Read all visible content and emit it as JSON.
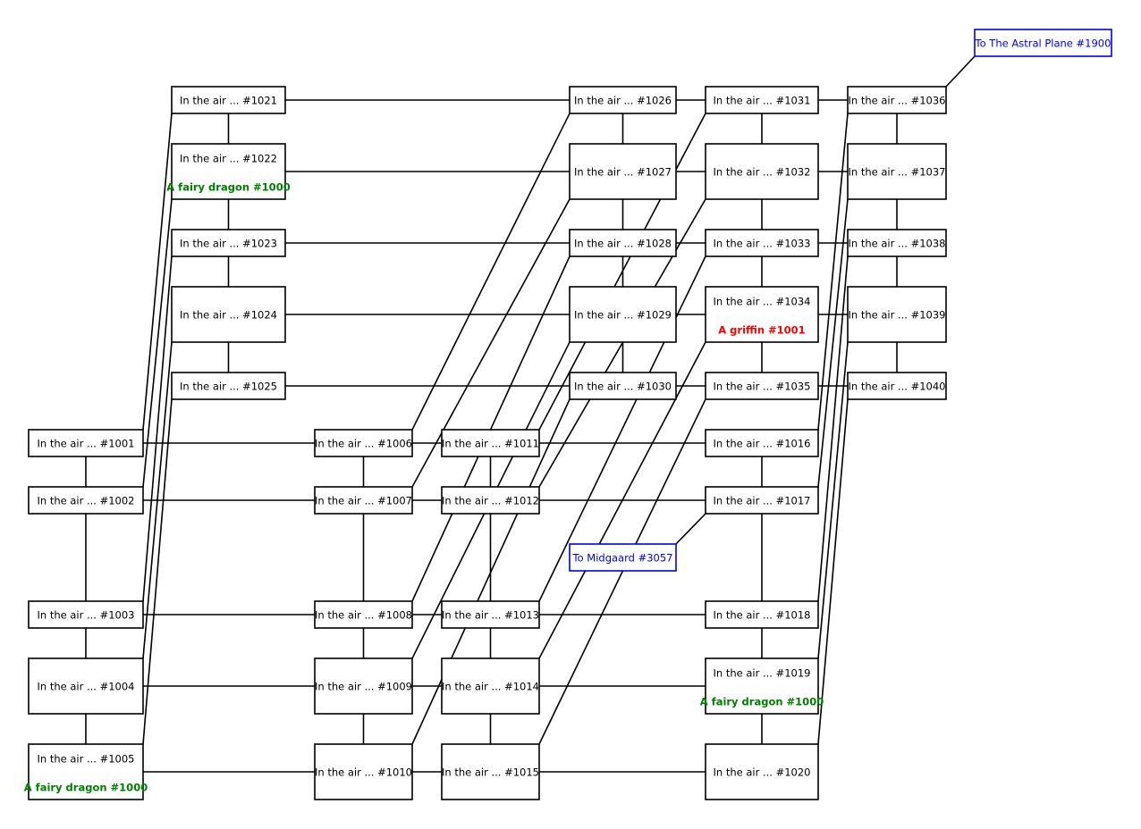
{
  "colors": {
    "room_border": "#000000",
    "exit_border": "#0000ff",
    "exit_text": "#0000ff",
    "link": "#000000",
    "background": "#ffffff"
  },
  "rooms": [
    {
      "id": "1001",
      "label": "In the air ... #1001"
    },
    {
      "id": "1002",
      "label": "In the air ... #1002"
    },
    {
      "id": "1003",
      "label": "In the air ... #1003"
    },
    {
      "id": "1004",
      "label": "In the air ... #1004"
    },
    {
      "id": "1005",
      "label": "In the air ... #1005",
      "mob": {
        "label": "A fairy dragon #1000",
        "color": "#008000"
      }
    },
    {
      "id": "1006",
      "label": "In the air ... #1006"
    },
    {
      "id": "1007",
      "label": "In the air ... #1007"
    },
    {
      "id": "1008",
      "label": "In the air ... #1008"
    },
    {
      "id": "1009",
      "label": "In the air ... #1009"
    },
    {
      "id": "1010",
      "label": "In the air ... #1010"
    },
    {
      "id": "1011",
      "label": "In the air ... #1011"
    },
    {
      "id": "1012",
      "label": "In the air ... #1012"
    },
    {
      "id": "1013",
      "label": "In the air ... #1013"
    },
    {
      "id": "1014",
      "label": "In the air ... #1014"
    },
    {
      "id": "1015",
      "label": "In the air ... #1015"
    },
    {
      "id": "1016",
      "label": "In the air ... #1016"
    },
    {
      "id": "1017",
      "label": "In the air ... #1017"
    },
    {
      "id": "1018",
      "label": "In the air ... #1018"
    },
    {
      "id": "1019",
      "label": "In the air ... #1019",
      "mob": {
        "label": "A fairy dragon #1000",
        "color": "#008000"
      }
    },
    {
      "id": "1020",
      "label": "In the air ... #1020"
    },
    {
      "id": "1021",
      "label": "In the air ... #1021"
    },
    {
      "id": "1022",
      "label": "In the air ... #1022",
      "mob": {
        "label": "A fairy dragon #1000",
        "color": "#008000"
      }
    },
    {
      "id": "1023",
      "label": "In the air ... #1023"
    },
    {
      "id": "1024",
      "label": "In the air ... #1024"
    },
    {
      "id": "1025",
      "label": "In the air ... #1025"
    },
    {
      "id": "1026",
      "label": "In the air ... #1026"
    },
    {
      "id": "1027",
      "label": "In the air ... #1027"
    },
    {
      "id": "1028",
      "label": "In the air ... #1028"
    },
    {
      "id": "1029",
      "label": "In the air ... #1029"
    },
    {
      "id": "1030",
      "label": "In the air ... #1030"
    },
    {
      "id": "1031",
      "label": "In the air ... #1031"
    },
    {
      "id": "1032",
      "label": "In the air ... #1032"
    },
    {
      "id": "1033",
      "label": "In the air ... #1033"
    },
    {
      "id": "1034",
      "label": "In the air ... #1034",
      "mob": {
        "label": "A griffin #1001",
        "color": "#ff0000"
      }
    },
    {
      "id": "1035",
      "label": "In the air ... #1035"
    },
    {
      "id": "1036",
      "label": "In the air ... #1036"
    },
    {
      "id": "1037",
      "label": "In the air ... #1037"
    },
    {
      "id": "1038",
      "label": "In the air ... #1038"
    },
    {
      "id": "1039",
      "label": "In the air ... #1039"
    },
    {
      "id": "1040",
      "label": "In the air ... #1040"
    },
    {
      "id": "3057",
      "label": "To Midgaard #3057",
      "exit": true
    },
    {
      "id": "1900",
      "label": "To The Astral Plane #1900",
      "exit": true
    }
  ],
  "links": [
    [
      "1001",
      "1002"
    ],
    [
      "1002",
      "1003"
    ],
    [
      "1003",
      "1004"
    ],
    [
      "1004",
      "1005"
    ],
    [
      "1006",
      "1007"
    ],
    [
      "1007",
      "1008"
    ],
    [
      "1008",
      "1009"
    ],
    [
      "1009",
      "1010"
    ],
    [
      "1011",
      "1012"
    ],
    [
      "1012",
      "1013"
    ],
    [
      "1013",
      "1014"
    ],
    [
      "1014",
      "1015"
    ],
    [
      "1016",
      "1017"
    ],
    [
      "1017",
      "1018"
    ],
    [
      "1018",
      "1019"
    ],
    [
      "1019",
      "1020"
    ],
    [
      "1021",
      "1022"
    ],
    [
      "1022",
      "1023"
    ],
    [
      "1023",
      "1024"
    ],
    [
      "1024",
      "1025"
    ],
    [
      "1026",
      "1027"
    ],
    [
      "1027",
      "1028"
    ],
    [
      "1028",
      "1029"
    ],
    [
      "1029",
      "1030"
    ],
    [
      "1031",
      "1032"
    ],
    [
      "1032",
      "1033"
    ],
    [
      "1033",
      "1034"
    ],
    [
      "1034",
      "1035"
    ],
    [
      "1036",
      "1037"
    ],
    [
      "1037",
      "1038"
    ],
    [
      "1038",
      "1039"
    ],
    [
      "1039",
      "1040"
    ],
    [
      "1001",
      "1006"
    ],
    [
      "1002",
      "1007"
    ],
    [
      "1003",
      "1008"
    ],
    [
      "1004",
      "1009"
    ],
    [
      "1005",
      "1010"
    ],
    [
      "1006",
      "1011"
    ],
    [
      "1007",
      "1012"
    ],
    [
      "1008",
      "1013"
    ],
    [
      "1009",
      "1014"
    ],
    [
      "1010",
      "1015"
    ],
    [
      "1011",
      "1016"
    ],
    [
      "1012",
      "1017"
    ],
    [
      "1013",
      "1018"
    ],
    [
      "1014",
      "1019"
    ],
    [
      "1015",
      "1020"
    ],
    [
      "1021",
      "1026"
    ],
    [
      "1022",
      "1027"
    ],
    [
      "1023",
      "1028"
    ],
    [
      "1024",
      "1029"
    ],
    [
      "1025",
      "1030"
    ],
    [
      "1026",
      "1031"
    ],
    [
      "1027",
      "1032"
    ],
    [
      "1028",
      "1033"
    ],
    [
      "1029",
      "1034"
    ],
    [
      "1030",
      "1035"
    ],
    [
      "1031",
      "1036"
    ],
    [
      "1032",
      "1037"
    ],
    [
      "1033",
      "1038"
    ],
    [
      "1034",
      "1039"
    ],
    [
      "1035",
      "1040"
    ],
    [
      "1001",
      "1021"
    ],
    [
      "1002",
      "1022"
    ],
    [
      "1003",
      "1023"
    ],
    [
      "1004",
      "1024"
    ],
    [
      "1005",
      "1025"
    ],
    [
      "1006",
      "1026"
    ],
    [
      "1007",
      "1027"
    ],
    [
      "1008",
      "1028"
    ],
    [
      "1009",
      "1029"
    ],
    [
      "1010",
      "1030"
    ],
    [
      "1011",
      "1031"
    ],
    [
      "1012",
      "1032"
    ],
    [
      "1013",
      "1033"
    ],
    [
      "1014",
      "1034"
    ],
    [
      "1015",
      "1035"
    ],
    [
      "1016",
      "1036"
    ],
    [
      "1017",
      "1037"
    ],
    [
      "1018",
      "1038"
    ],
    [
      "1019",
      "1039"
    ],
    [
      "1020",
      "1040"
    ],
    [
      "1017",
      "3057"
    ],
    [
      "1036",
      "1900"
    ]
  ]
}
